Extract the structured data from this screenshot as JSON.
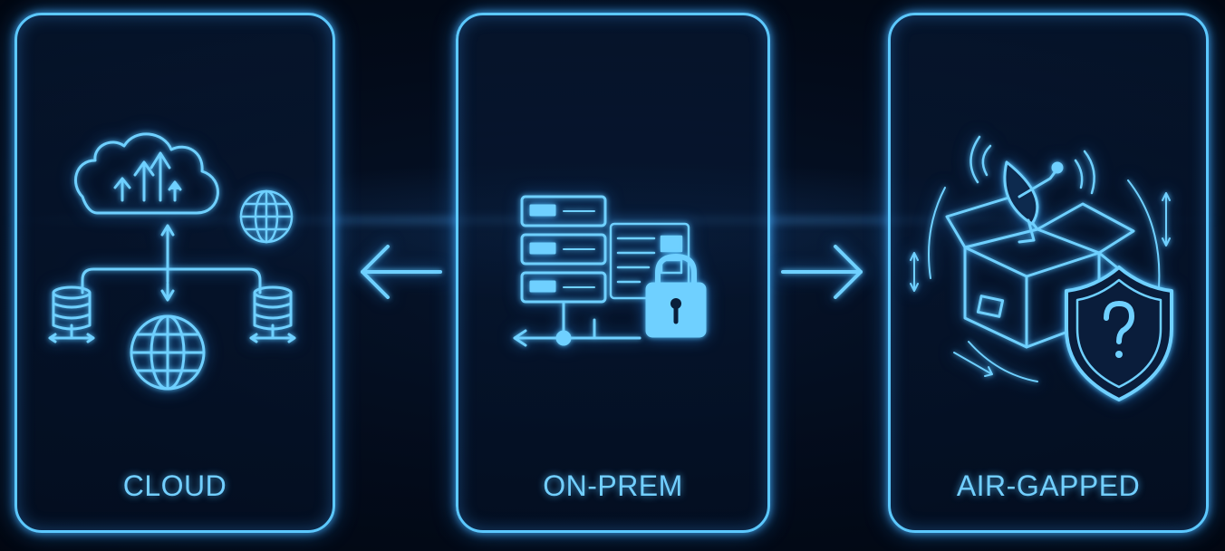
{
  "panels": [
    {
      "id": "cloud",
      "label": "CLOUD"
    },
    {
      "id": "on-prem",
      "label": "ON-PREM"
    },
    {
      "id": "air-gapped",
      "label": "AIR-GAPPED"
    }
  ],
  "connectors": [
    {
      "from": "ON-PREM",
      "to": "CLOUD",
      "icon": "arrow-left-icon"
    },
    {
      "from": "ON-PREM",
      "to": "AIR-GAPPED",
      "icon": "arrow-right-icon"
    }
  ],
  "icons": {
    "cloud": [
      "cloud-upload-icon",
      "globe-icon",
      "database-icon",
      "database-icon",
      "globe-icon"
    ],
    "on-prem": [
      "server-rack-icon",
      "padlock-icon",
      "network-node-icon"
    ],
    "air-gapped": [
      "open-box-icon",
      "satellite-dish-icon",
      "shield-question-icon"
    ]
  },
  "colors": {
    "background": "#020a18",
    "accent": "#5cc8ff",
    "label": "#72cfff"
  }
}
